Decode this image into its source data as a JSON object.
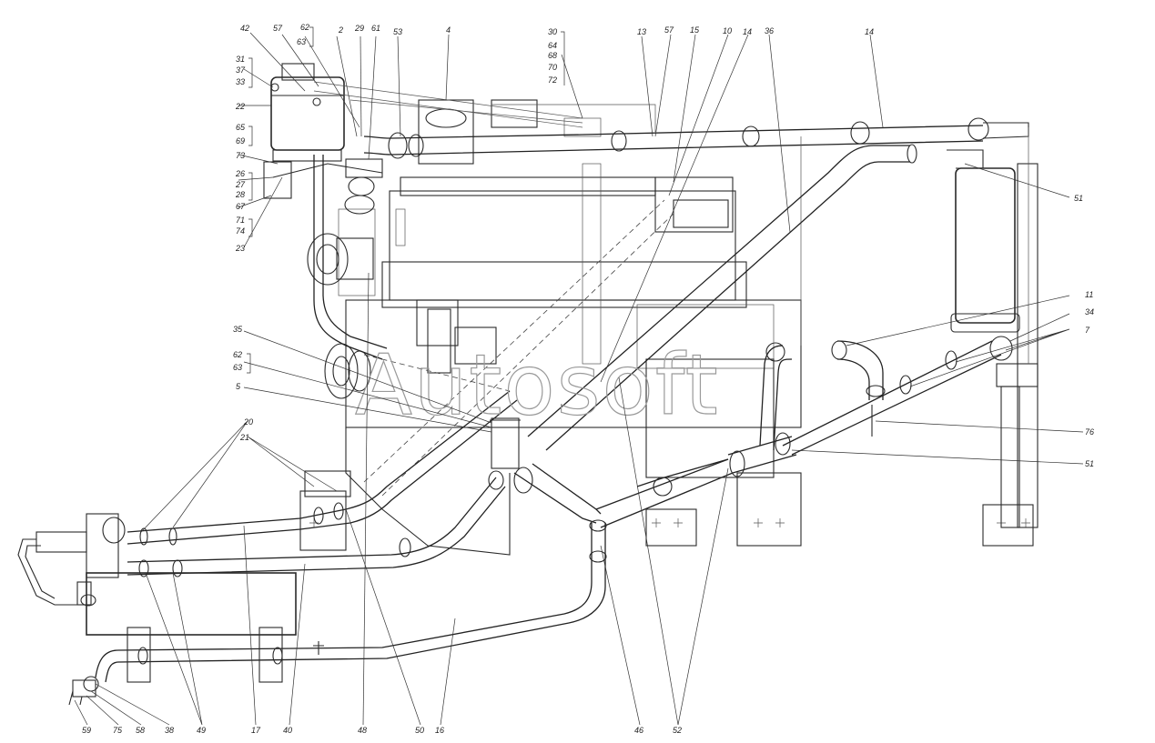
{
  "watermark": "Autosoft",
  "callouts": {
    "top": [
      "42",
      "57",
      "62",
      "63",
      "2",
      "29",
      "61",
      "53",
      "4",
      "30",
      "64",
      "68",
      "70",
      "72",
      "13",
      "57",
      "15",
      "10",
      "14",
      "36",
      "14"
    ],
    "left": [
      "31",
      "37",
      "33",
      "22",
      "65",
      "69",
      "73",
      "26",
      "27",
      "28",
      "67",
      "71",
      "74",
      "23"
    ],
    "mid_left": [
      "35",
      "62",
      "63",
      "5"
    ],
    "right": [
      "51",
      "11",
      "34",
      "7",
      "76",
      "51"
    ],
    "lower_left": [
      "20",
      "21"
    ],
    "bottom": [
      "59",
      "75",
      "58",
      "38",
      "49",
      "17",
      "40",
      "48",
      "50",
      "16",
      "46",
      "52"
    ]
  }
}
